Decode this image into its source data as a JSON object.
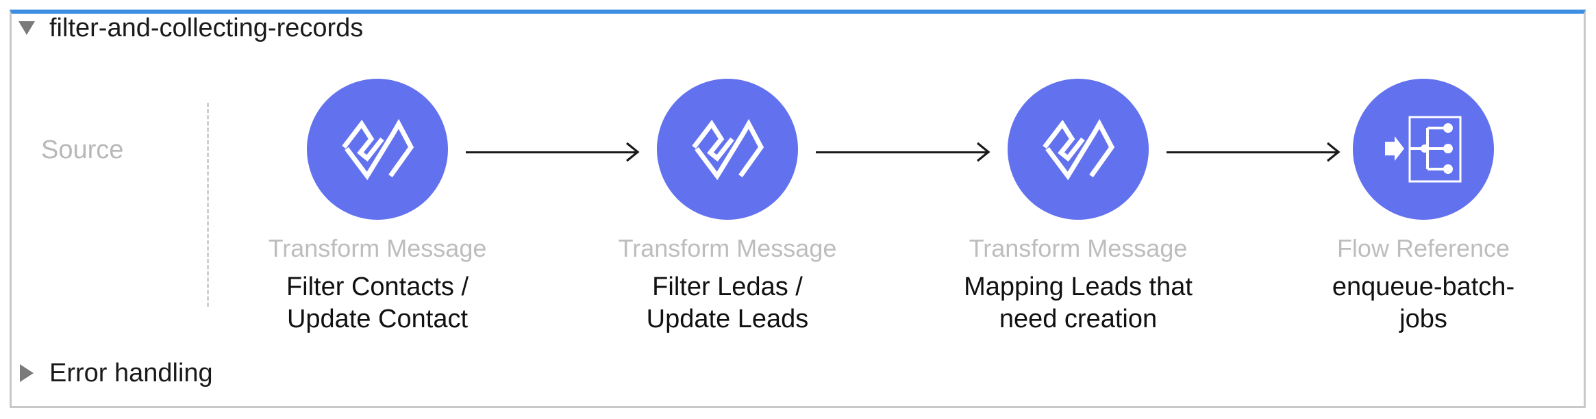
{
  "flow": {
    "name": "filter-and-collecting-records",
    "expanded": true,
    "source_label": "Source",
    "nodes": [
      {
        "type": "Transform Message",
        "name_line1": "Filter Contacts /",
        "name_line2": "Update Contact",
        "icon": "dataweave-icon"
      },
      {
        "type": "Transform Message",
        "name_line1": "Filter Ledas /",
        "name_line2": "Update Leads",
        "icon": "dataweave-icon"
      },
      {
        "type": "Transform Message",
        "name_line1": "Mapping Leads that",
        "name_line2": "need creation",
        "icon": "dataweave-icon"
      },
      {
        "type": "Flow Reference",
        "name_line1": "enqueue-batch-",
        "name_line2": "jobs",
        "icon": "flow-reference-icon"
      }
    ]
  },
  "error_handling": {
    "label": "Error handling",
    "expanded": false
  },
  "colors": {
    "frame_top_border": "#3d8ee0",
    "node_fill": "#6271ee",
    "node_type_text": "#bdbdbd",
    "source_text": "#b8b8b8"
  }
}
